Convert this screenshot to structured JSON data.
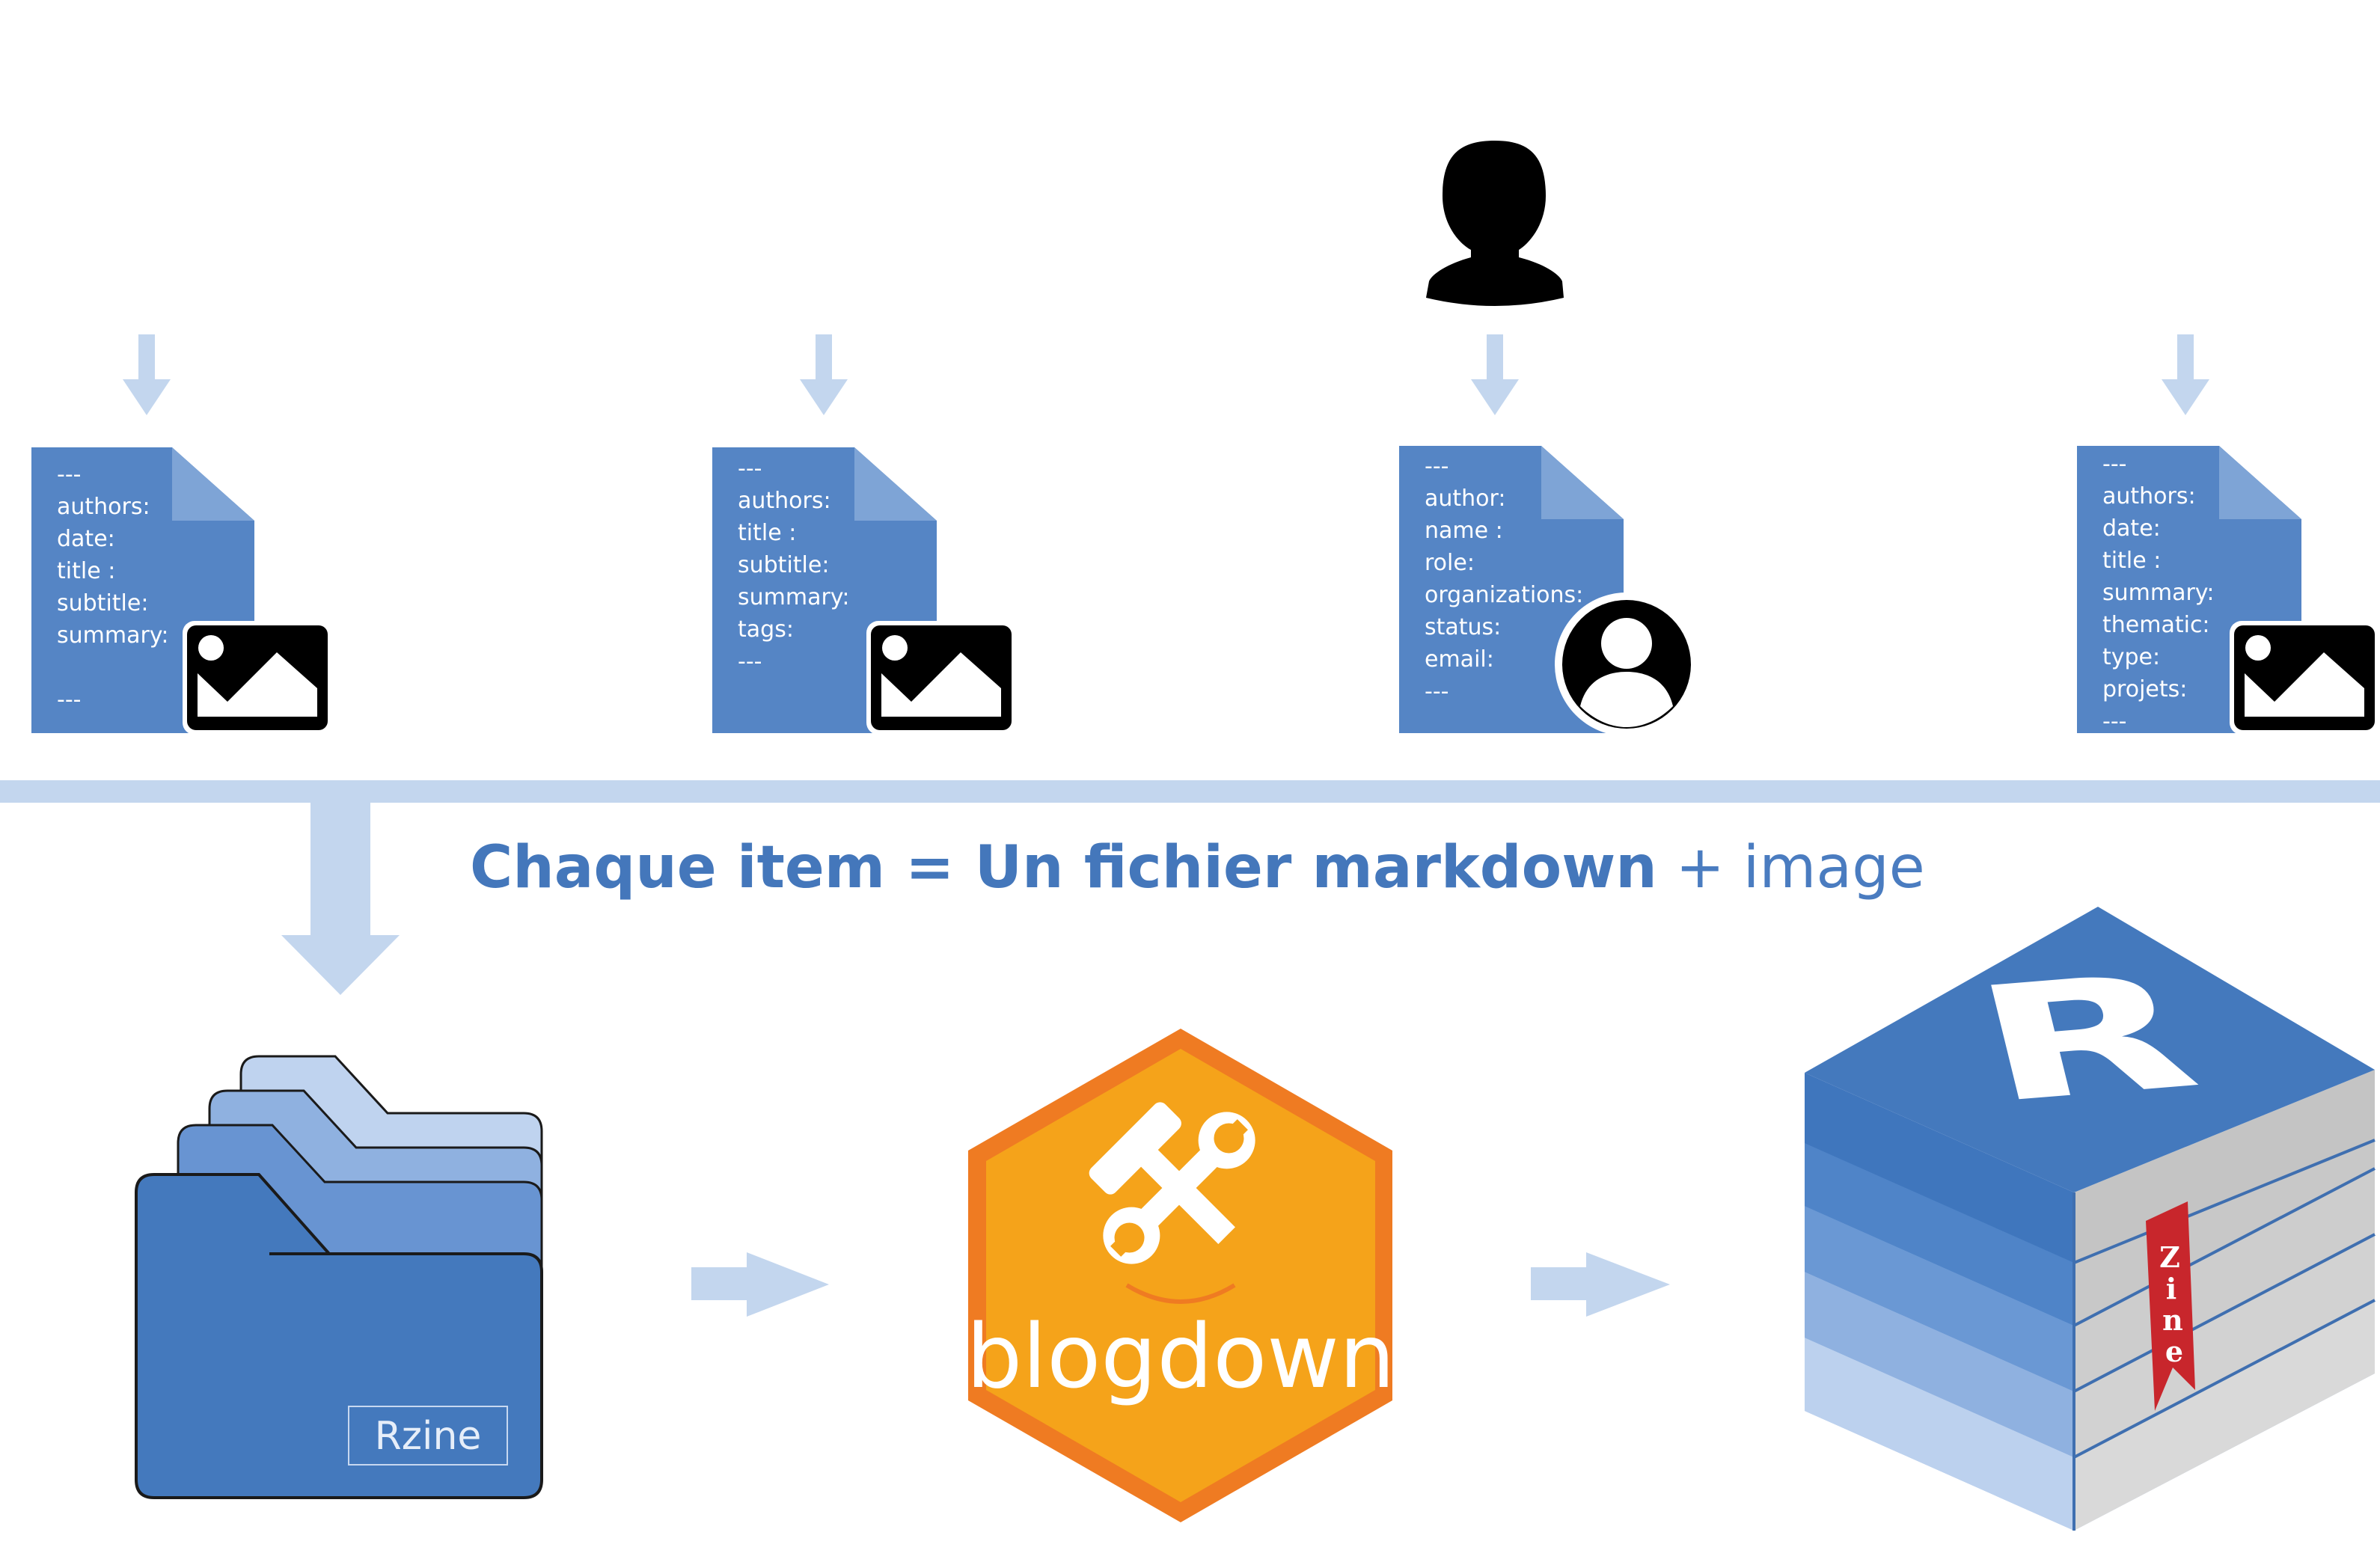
{
  "caption": {
    "bold": "Chaque item = Un fichier markdown",
    "light": " + image"
  },
  "documents": [
    {
      "lines": [
        "---",
        "authors:",
        "date:",
        "title :",
        "subtitle:",
        "summary:",
        "",
        "---"
      ],
      "badge": "image-icon"
    },
    {
      "lines": [
        "---",
        "authors:",
        "title :",
        "subtitle:",
        "summary:",
        "tags:",
        "---"
      ],
      "badge": "image-icon"
    },
    {
      "lines": [
        "---",
        "author:",
        "name :",
        "role:",
        "organizations:",
        "status:",
        "email:",
        "---"
      ],
      "badge": "user-avatar-icon"
    },
    {
      "lines": [
        "---",
        "authors:",
        "date:",
        "title :",
        "summary:",
        "thematic:",
        "type:",
        "projets:",
        "---"
      ],
      "badge": "image-icon"
    }
  ],
  "folder": {
    "label": "Rzine"
  },
  "blogdown": {
    "label": "blogdown"
  },
  "book": {
    "logo_letter": "R",
    "bookmark_text": [
      "Z",
      "i",
      "n",
      "e"
    ]
  },
  "colors": {
    "doc_blue": "#5585c5",
    "arrow_light_blue": "#c3d6ee",
    "caption_blue": "#4477bb",
    "folder_blue": "#4479bd",
    "hex_orange": "#f5a31a",
    "hex_border": "#ef7b22",
    "bookmark_red": "#c8262c"
  }
}
